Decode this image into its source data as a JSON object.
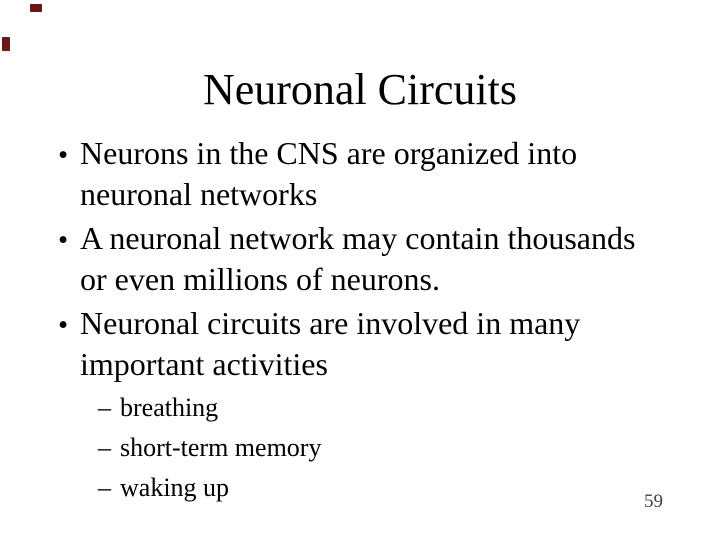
{
  "slide": {
    "title": "Neuronal Circuits",
    "page_number": "59",
    "bullets": [
      {
        "level": 1,
        "marker": "•",
        "lines": [
          "Neurons in the CNS are organized into",
          "neuronal networks"
        ]
      },
      {
        "level": 1,
        "marker": "•",
        "lines": [
          "A neuronal network may contain thousands",
          "or even millions of neurons."
        ]
      },
      {
        "level": 1,
        "marker": "•",
        "lines": [
          "Neuronal circuits are involved in many",
          "important activities"
        ]
      },
      {
        "level": 2,
        "marker": "–",
        "lines": [
          "breathing"
        ]
      },
      {
        "level": 2,
        "marker": "–",
        "lines": [
          "short-term memory"
        ]
      },
      {
        "level": 2,
        "marker": "–",
        "lines": [
          "waking up"
        ]
      }
    ],
    "colors": {
      "background": "#ffffff",
      "text": "#000000",
      "page_number": "#3f3f3f",
      "corner_marks": "#6e1712"
    }
  }
}
